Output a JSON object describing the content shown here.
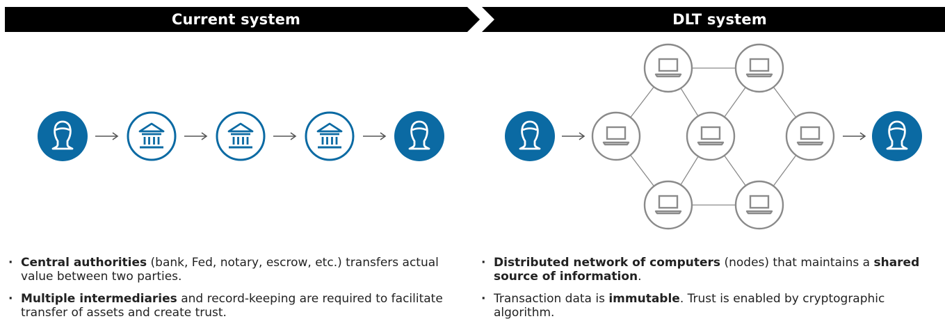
{
  "headers": {
    "left": "Current system",
    "right": "DLT system"
  },
  "colors": {
    "blue": "#0b6aa3",
    "gray": "#8a8a8a",
    "black": "#000000"
  },
  "icons": {
    "person": "person-icon",
    "bank": "bank-icon",
    "computer": "laptop-icon",
    "arrow": "arrow-right-icon"
  },
  "left_bullets": [
    {
      "bold": "Central authorities",
      "text": " (bank, Fed, notary, escrow, etc.) transfers actual value between two parties."
    },
    {
      "bold": "Multiple intermediaries",
      "text": " and record-keeping are required to facilitate transfer of assets and create trust."
    }
  ],
  "right_bullets": [
    {
      "bold": "Distributed network of computers",
      "text": " (nodes) that maintains a ",
      "bold2": "shared source of information",
      "text2": "."
    },
    {
      "pre": "Transaction data is ",
      "bold": "immutable",
      "text": ". Trust is enabled by cryptographic algorithm."
    }
  ]
}
